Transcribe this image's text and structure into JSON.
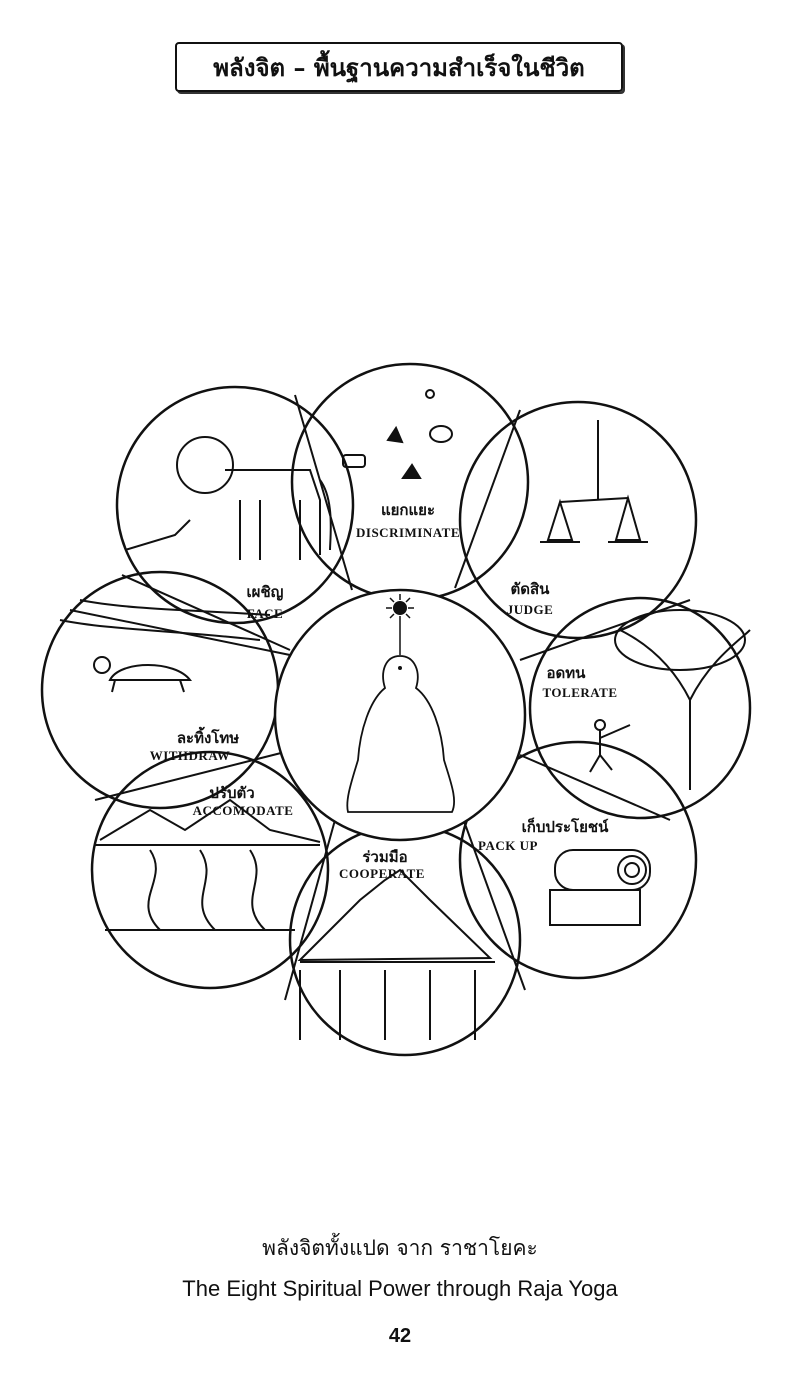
{
  "header": {
    "title": "พลังจิต – พื้นฐานความสำเร็จในชีวิต"
  },
  "diagram": {
    "petals": [
      {
        "id": "discriminate",
        "th": "แยกแยะ",
        "en": "DISCRIMINATE"
      },
      {
        "id": "judge",
        "th": "ตัดสิน",
        "en": "JUDGE"
      },
      {
        "id": "tolerate",
        "th": "อดทน",
        "en": "TOLERATE"
      },
      {
        "id": "pack-up",
        "th": "เก็บประโยชน์",
        "en": "PACK UP"
      },
      {
        "id": "cooperate",
        "th": "ร่วมมือ",
        "en": "COOPERATE"
      },
      {
        "id": "accomodate",
        "th": "ปรับตัว",
        "en": "ACCOMODATE"
      },
      {
        "id": "withdraw",
        "th": "ละทิ้งโทษ",
        "en": "WITHDRAW"
      },
      {
        "id": "face",
        "th": "เผชิญ",
        "en": "FACE"
      }
    ]
  },
  "caption": {
    "thai": "พลังจิตทั้งแปด จาก ราชาโยคะ",
    "english": "The Eight Spiritual Power through Raja Yoga"
  },
  "page_number": "42"
}
